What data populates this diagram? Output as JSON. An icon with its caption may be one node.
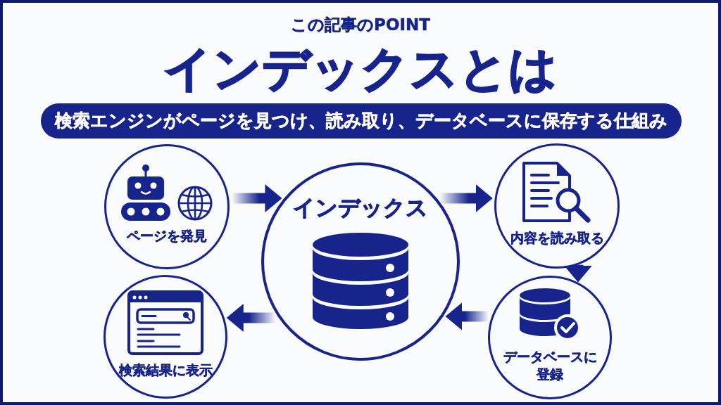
{
  "diagram": {
    "title": "インデックスとは",
    "nodes": [
      {
        "text": [
          "検索エンジンがページを見つけ、読み取り、データベースに保存する仕組み"
        ]
      },
      {
        "text": [
          "ページを発見"
        ]
      },
      {
        "text": [
          "インデックス"
        ]
      },
      {
        "text": [
          "内容を読み取る"
        ]
      },
      {
        "text": [
          "検索結果に表示"
        ]
      },
      {
        "text": [
          "データベースに登録"
        ]
      }
    ],
    "edges": [
      {
        "from": 1,
        "to": 2,
        "arrow": "to"
      },
      {
        "from": 2,
        "to": 3,
        "arrow": "to"
      },
      {
        "from": 3,
        "to": 5,
        "arrow": "to"
      },
      {
        "from": 5,
        "to": 2,
        "arrow": "to"
      },
      {
        "from": 2,
        "to": 4,
        "arrow": "to"
      }
    ],
    "labels": [
      "この記事のPOINT"
    ]
  }
}
